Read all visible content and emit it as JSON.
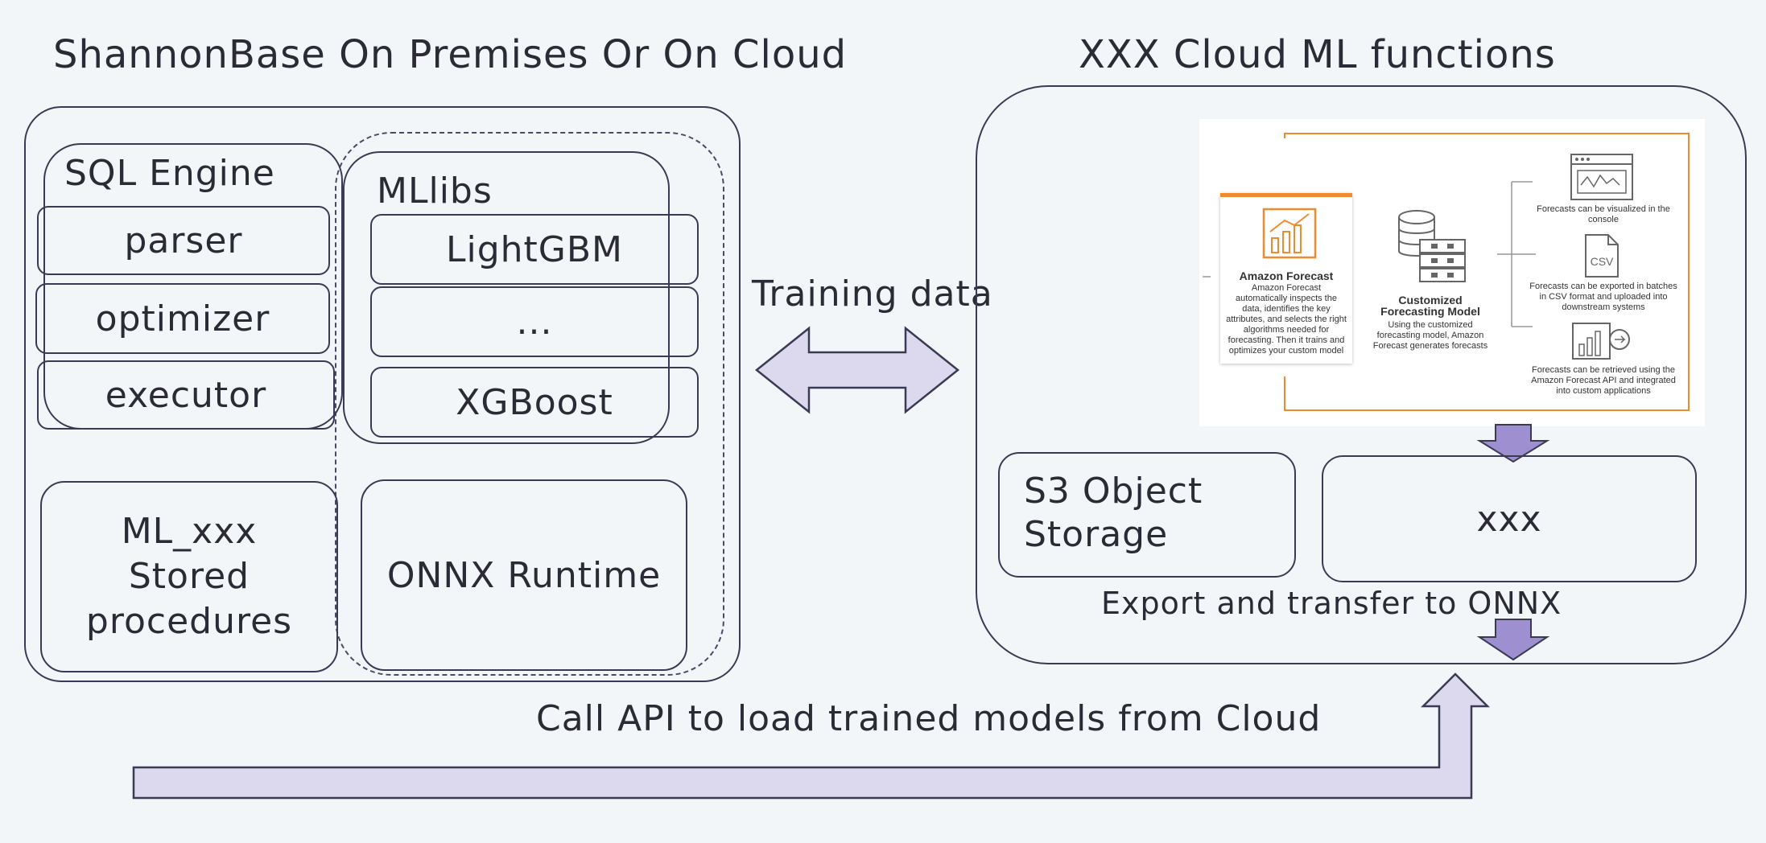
{
  "left": {
    "title": "ShannonBase On Premises Or On Cloud",
    "sql_engine": {
      "title": "SQL Engine",
      "items": [
        "parser",
        "optimizer",
        "executor"
      ]
    },
    "mllibs": {
      "title": "MLlibs",
      "items": [
        "LightGBM",
        "...",
        "XGBoost"
      ]
    },
    "stored_procedures": "ML_xxx\nStored\nprocedures",
    "onnx_runtime": "ONNX Runtime"
  },
  "middle": {
    "training_data": "Training data",
    "call_api": "Call API to load trained models from Cloud"
  },
  "right": {
    "title": "XXX Cloud ML functions",
    "forecast": {
      "amazon_title": "Amazon Forecast",
      "amazon_desc": "Amazon Forecast automatically inspects the data, identifies the key attributes, and selects the right algorithms needed for forecasting. Then it trains and optimizes your custom model",
      "model_title": "Customized Forecasting Model",
      "model_desc": "Using the customized forecasting model, Amazon Forecast generates forecasts",
      "out1": "Forecasts can be visualized in the console",
      "out2": "Forecasts can be exported in batches in CSV format and uploaded into downstream systems",
      "csv_label": "CSV",
      "out3": "Forecasts can be retrieved using the Amazon Forecast API and integrated into custom applications"
    },
    "s3": "S3 Object\nStorage",
    "xxx": "xxx",
    "export": "Export and transfer to ONNX"
  },
  "colors": {
    "stroke": "#3b3a54",
    "arrow_fill": "#dcd8ee",
    "arrow_dark": "#9e8fd0",
    "orange": "#f08a2c"
  }
}
